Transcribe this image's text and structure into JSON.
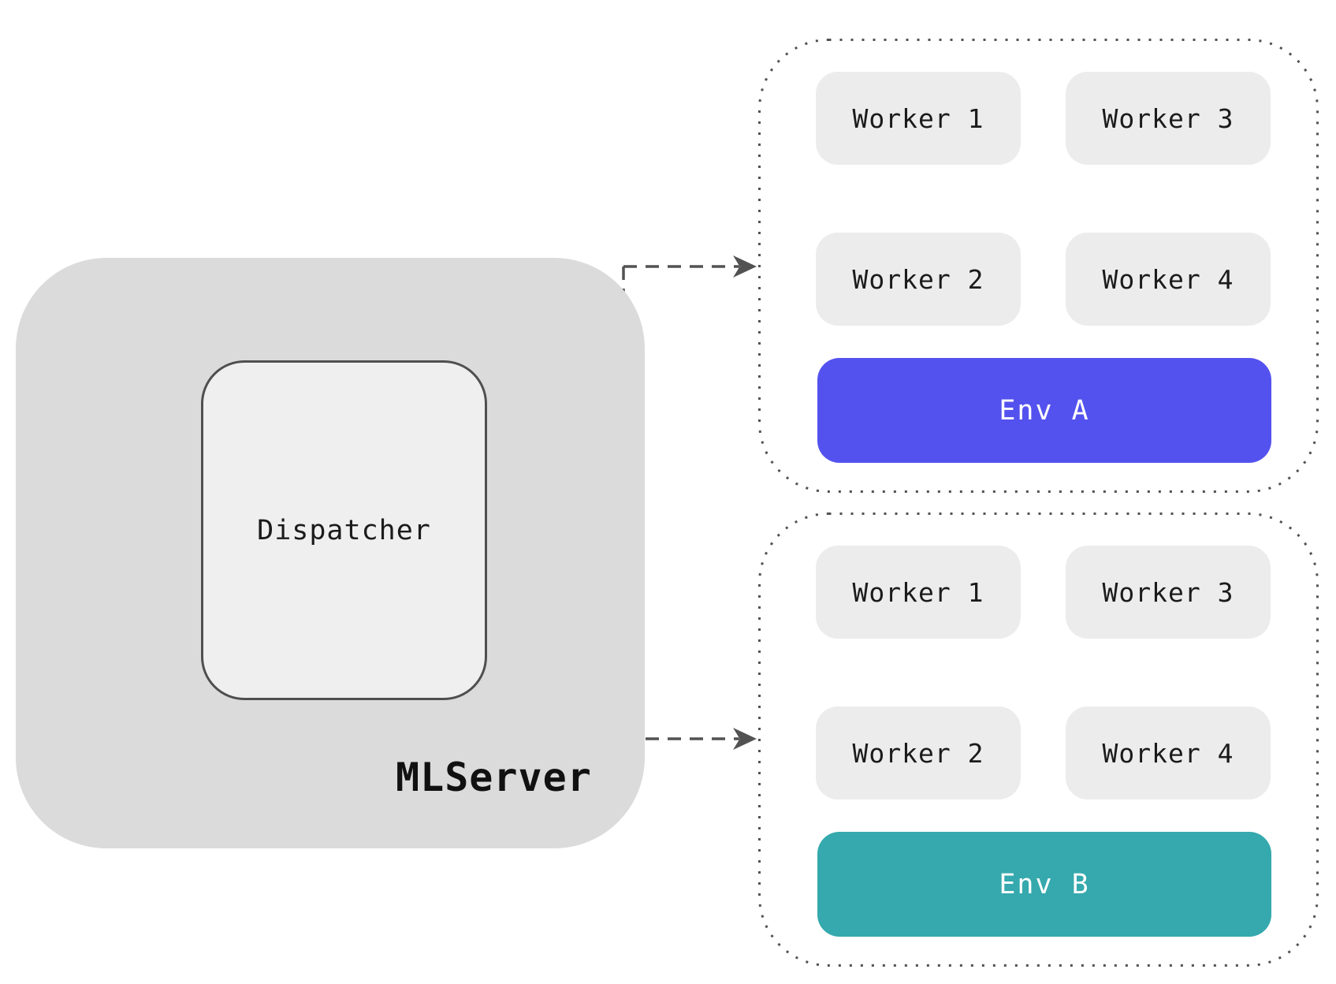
{
  "server": {
    "label": "MLServer",
    "dispatcher_label": "Dispatcher"
  },
  "environments": [
    {
      "name": "Env A",
      "color": "#5452ef",
      "text_color": "#ffffff",
      "workers": [
        {
          "label": "Worker 1"
        },
        {
          "label": "Worker 3"
        },
        {
          "label": "Worker 2"
        },
        {
          "label": "Worker 4"
        }
      ]
    },
    {
      "name": "Env B",
      "color": "#35a9ad",
      "text_color": "#ffffff",
      "workers": [
        {
          "label": "Worker 1"
        },
        {
          "label": "Worker 3"
        },
        {
          "label": "Worker 2"
        },
        {
          "label": "Worker 4"
        }
      ]
    }
  ],
  "colors": {
    "canvas_bg": "#ffffff",
    "server_box_fill": "#dbdbdb",
    "dispatcher_fill": "#efefef",
    "dispatcher_border": "#4f4f4f",
    "worker_fill": "#ececec",
    "connector": "#525252",
    "text": "#1b1b1b"
  }
}
